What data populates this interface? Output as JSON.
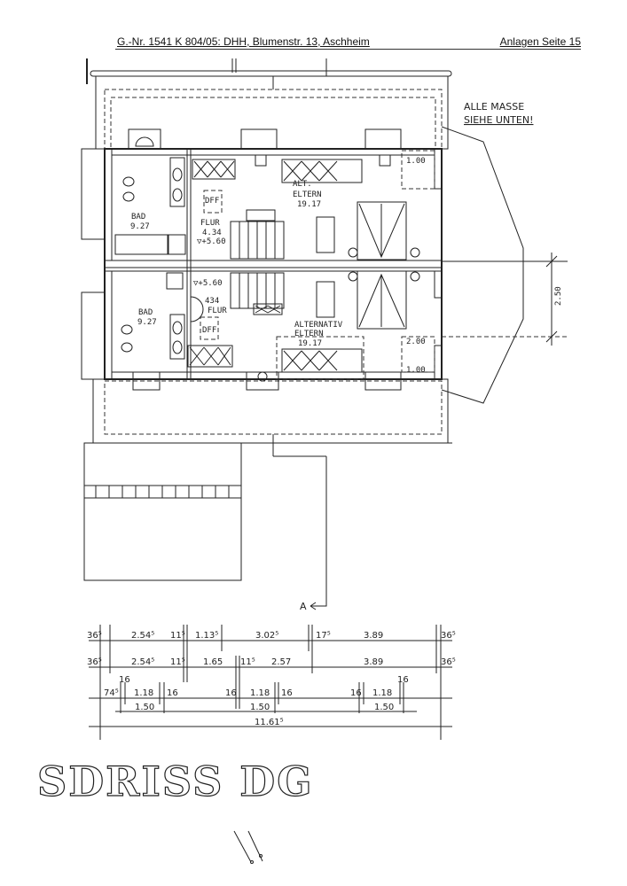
{
  "header": {
    "reference": "G.-Nr. 1541 K 804/05: DHH, Blumenstr. 13, Aschheim",
    "page": "Anlagen Seite 15"
  },
  "note": {
    "line1": "ALLE MASSE",
    "line2": "SIEHE UNTEN!"
  },
  "rooms_upper": {
    "bad_label": "BAD",
    "bad_area": "9.27",
    "dff": "DFF",
    "flur_label": "FLUR",
    "flur_area": "4.34",
    "flur_level": "▽+5.60",
    "eltern_label1": "ALT.",
    "eltern_label2": "ELTERN",
    "eltern_area": "19.17",
    "window_dim": "1.00"
  },
  "rooms_lower": {
    "bad_label": "BAD",
    "bad_area": "9.27",
    "dff": "DFF",
    "flur_label": "FLUR",
    "flur_area": "434",
    "flur_level": "▽+5.60",
    "eltern_label1": "ALTERNATIV",
    "eltern_label2": "ELTERN",
    "eltern_area": "19.17",
    "window_dim1": "2.00",
    "window_dim2": "1.00"
  },
  "side_dim": "2.50",
  "section_marker": "A",
  "dimensions": {
    "row1": [
      "36⁵",
      "2.54⁵",
      "11⁵",
      "1.13⁵",
      "3.02⁵",
      "17⁵",
      "3.89",
      "36⁵"
    ],
    "row2": [
      "36⁵",
      "2.54⁵",
      "11⁵",
      "1.65",
      "11⁵",
      "2.57",
      "3.89",
      "36⁵"
    ],
    "row3": [
      "74⁵",
      "16",
      "1.18",
      "16",
      "16",
      "1.18",
      "16",
      "16",
      "1.18",
      "16"
    ],
    "row4": [
      "1.50",
      "1.50",
      "1.50"
    ],
    "total": "11.61⁵"
  },
  "stencil_title": "SDRISS DG",
  "colors": {
    "hatch_teal": "#7fd6c8",
    "ink": "#222222"
  }
}
